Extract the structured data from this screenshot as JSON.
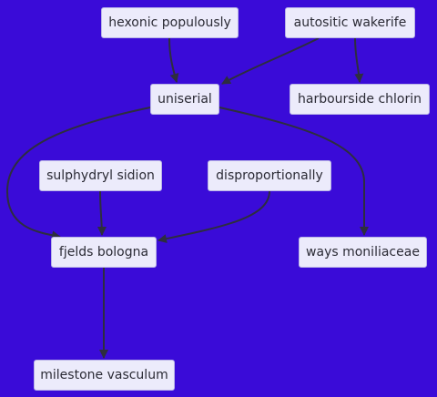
{
  "diagram": {
    "colors": {
      "background": "#3a0bd8",
      "node_fill": "#ecebfb",
      "node_border": "#b9b3e6",
      "edge": "#2e2e3e",
      "text": "#2b2b35"
    },
    "nodes": [
      {
        "id": "hexonic",
        "label": "hexonic populously"
      },
      {
        "id": "autositic",
        "label": "autositic wakerife"
      },
      {
        "id": "uniserial",
        "label": "uniserial"
      },
      {
        "id": "harbourside",
        "label": "harbourside chlorin"
      },
      {
        "id": "sulphydryl",
        "label": "sulphydryl sidion"
      },
      {
        "id": "dispro",
        "label": "disproportionally"
      },
      {
        "id": "fjelds",
        "label": "fjelds bologna"
      },
      {
        "id": "ways",
        "label": "ways moniliaceae"
      },
      {
        "id": "milestone",
        "label": "milestone vasculum"
      }
    ],
    "edges": [
      {
        "from": "hexonic",
        "to": "uniserial"
      },
      {
        "from": "autositic",
        "to": "uniserial"
      },
      {
        "from": "autositic",
        "to": "harbourside"
      },
      {
        "from": "uniserial",
        "to": "fjelds"
      },
      {
        "from": "uniserial",
        "to": "ways"
      },
      {
        "from": "sulphydryl",
        "to": "fjelds"
      },
      {
        "from": "dispro",
        "to": "fjelds"
      },
      {
        "from": "fjelds",
        "to": "milestone"
      }
    ]
  }
}
